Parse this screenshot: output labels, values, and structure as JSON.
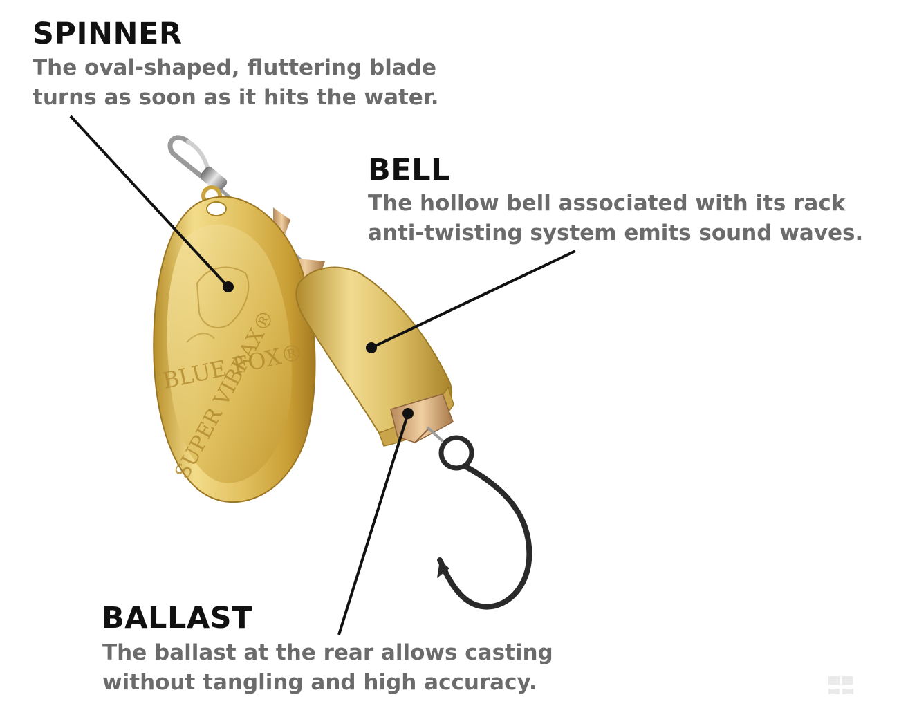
{
  "labels": {
    "spinner": {
      "title": "SPINNER",
      "lines": [
        "The oval-shaped, fluttering blade",
        "turns as soon as it hits the water."
      ]
    },
    "bell": {
      "title": "BELL",
      "lines": [
        "The hollow bell associated with its rack",
        "anti-twisting system emits sound waves."
      ]
    },
    "ballast": {
      "title": "BALLAST",
      "lines": [
        "The ballast at the rear allows casting",
        "without tangling and high accuracy."
      ]
    }
  },
  "blade_engraving": {
    "brand": "BLUE FOX®",
    "model": "SUPER VIBRAX®"
  },
  "colors": {
    "title": "#111111",
    "description": "#6b6b6b",
    "leader_line": "#111111",
    "gold": "#d9b54a",
    "hook": "#2a2a2a"
  }
}
